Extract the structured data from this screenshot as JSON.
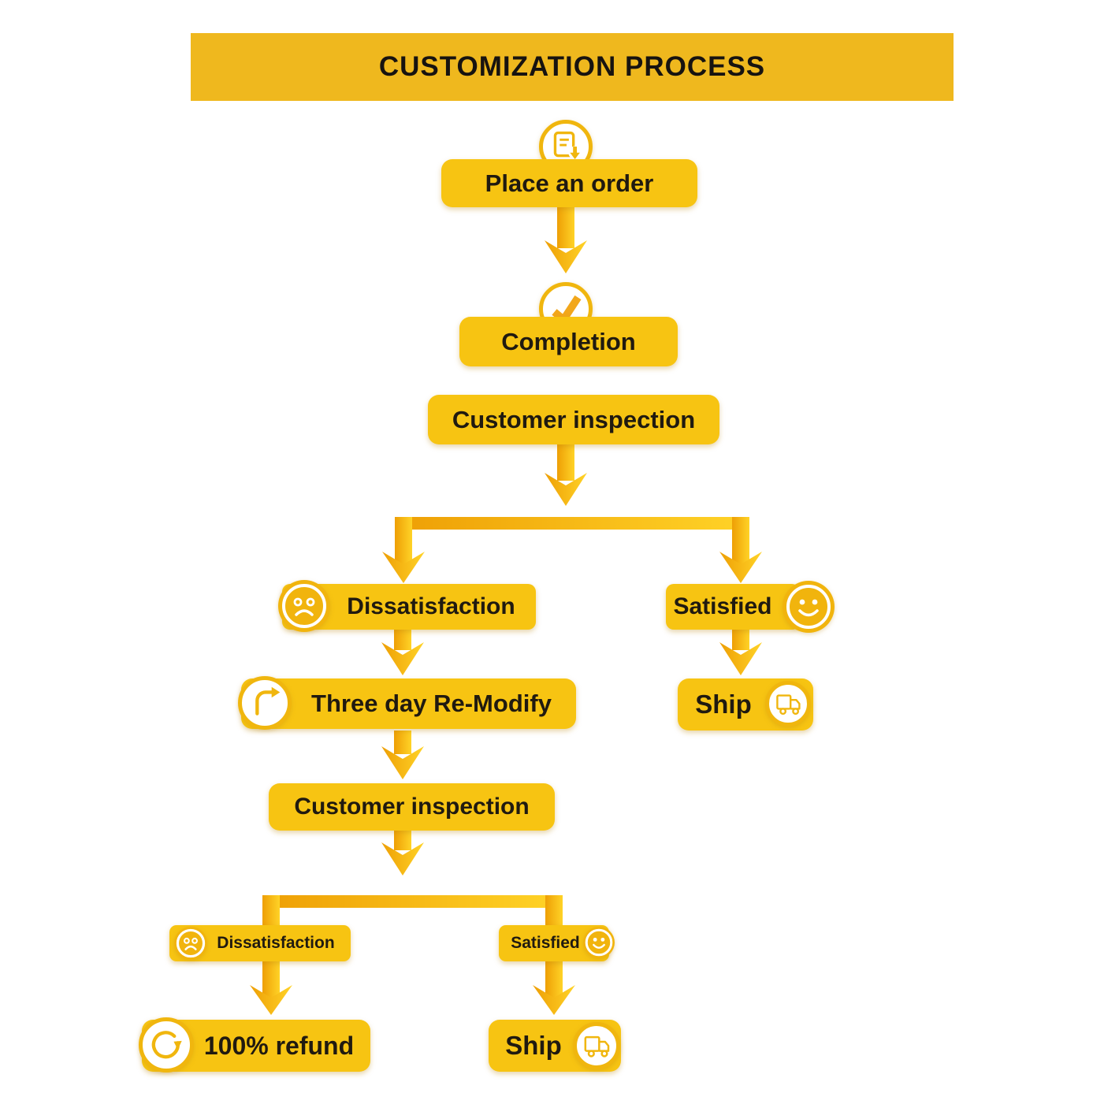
{
  "title": {
    "text": "CUSTOMIZATION PROCESS"
  },
  "nodes": {
    "place_order": {
      "label": "Place an order"
    },
    "completion": {
      "label": "Completion"
    },
    "customer_inspection_1": {
      "label": "Customer inspection"
    },
    "dissatisfaction_1": {
      "label": "Dissatisfaction"
    },
    "satisfied_1": {
      "label": "Satisfied"
    },
    "three_day_remodify": {
      "label": "Three day Re-Modify"
    },
    "ship_1": {
      "label": "Ship"
    },
    "customer_inspection_2": {
      "label": "Customer inspection"
    },
    "dissatisfaction_2": {
      "label": "Dissatisfaction"
    },
    "satisfied_2": {
      "label": "Satisfied"
    },
    "refund": {
      "label": "100% refund"
    },
    "ship_2": {
      "label": "Ship"
    }
  },
  "icons": {
    "place_order": "order-document-icon",
    "completion": "checkmark-icon",
    "dissatisfaction": "sad-face-icon",
    "satisfied": "smiley-face-icon",
    "remodify": "redo-arrow-icon",
    "ship": "delivery-truck-icon",
    "refund": "circular-refund-icon"
  },
  "colors": {
    "banner_bg": "#EFB81E",
    "box_bg": "#F7C412",
    "arrow_gradient_start": "#EE9F05",
    "arrow_gradient_end": "#FFD327",
    "icon_yellow": "#F0B60E",
    "text": "#1C160A",
    "background": "#FFFFFF"
  }
}
